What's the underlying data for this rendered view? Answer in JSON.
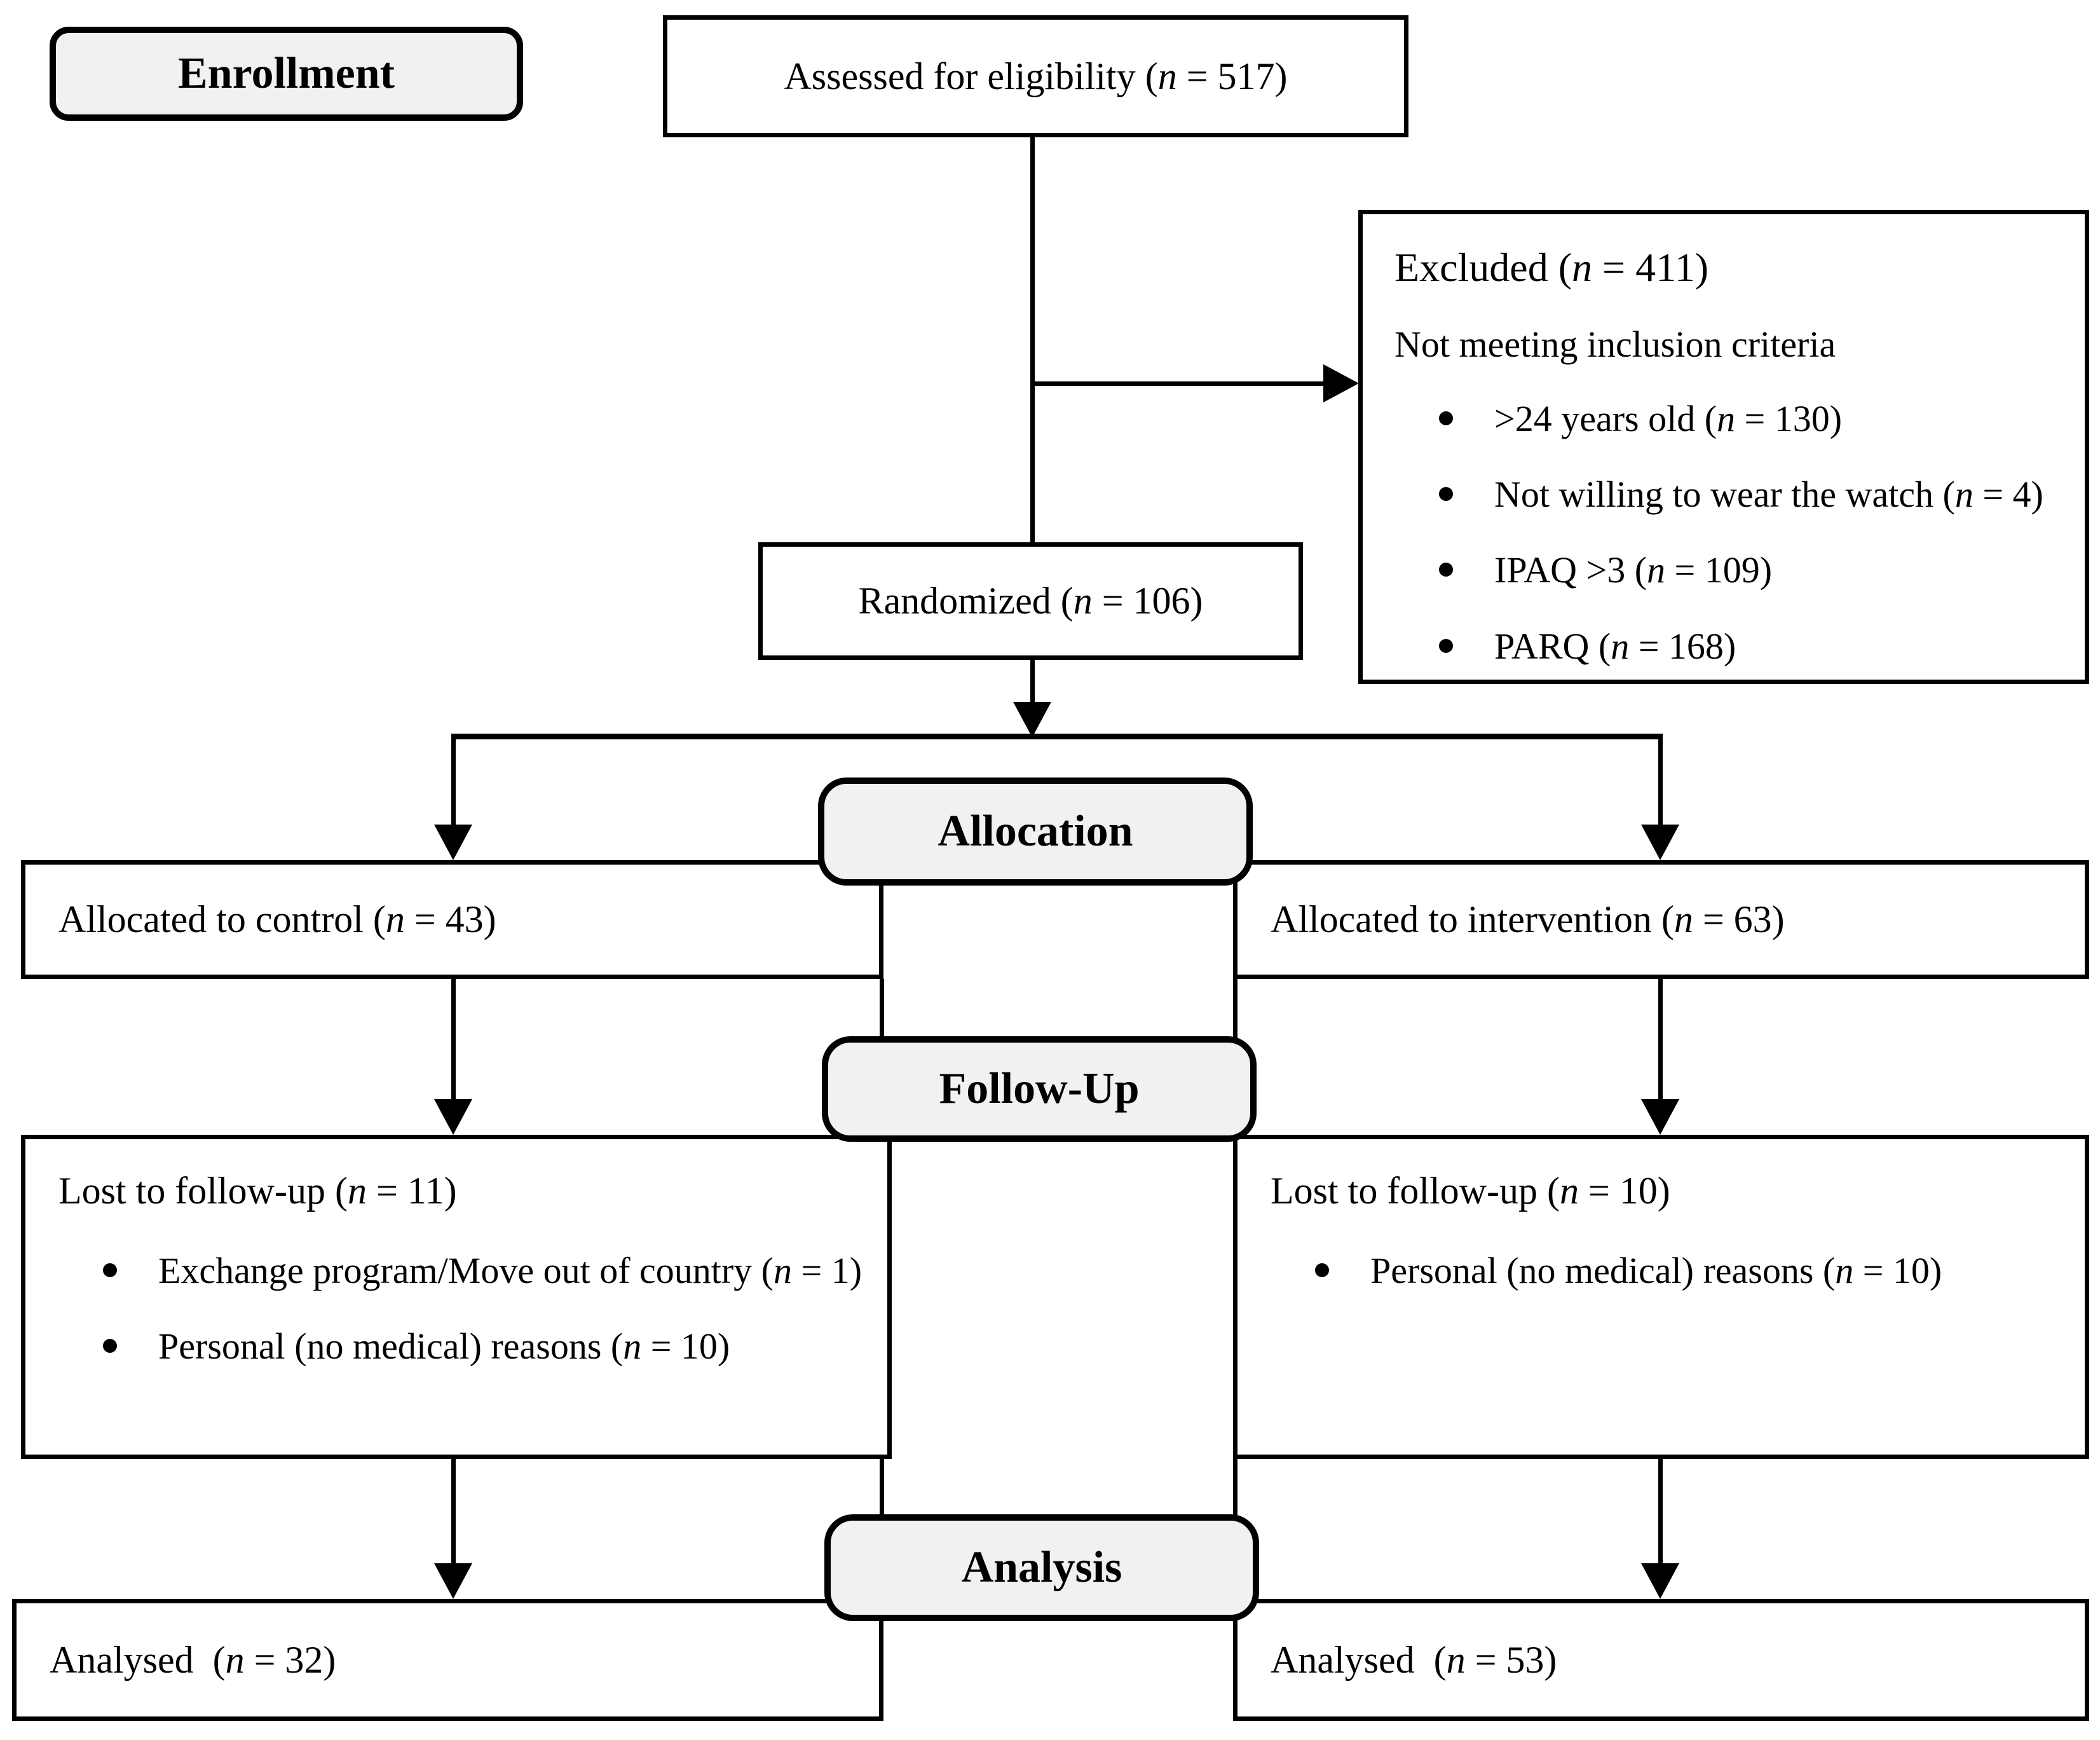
{
  "diagram": {
    "stage_labels": {
      "enrollment": "Enrollment",
      "allocation": "Allocation",
      "followup": "Follow-Up",
      "analysis": "Analysis"
    },
    "assessed": {
      "text": "Assessed for eligibility (n = 517)"
    },
    "excluded": {
      "title": "Excluded (n = 411)",
      "subtitle": "Not meeting inclusion criteria",
      "bullets": [
        ">24 years old (n = 130)",
        "Not willing to wear the watch (n = 4)",
        "IPAQ >3 (n = 109)",
        "PARQ (n = 168)"
      ]
    },
    "randomized": {
      "text": "Randomized (n = 106)"
    },
    "control_arm": {
      "allocated": "Allocated to control (n = 43)",
      "lost_title": "Lost to follow-up (n = 11)",
      "lost_bullets": [
        "Exchange program/Move out of country (n = 1)",
        "Personal (no medical) reasons (n = 10)"
      ],
      "analysed": "Analysed  (n = 32)"
    },
    "intervention_arm": {
      "allocated": "Allocated to intervention (n = 63)",
      "lost_title": "Lost to follow-up (n = 10)",
      "lost_bullets": [
        "Personal (no medical) reasons (n = 10)"
      ],
      "analysed": "Analysed  (n = 53)"
    },
    "colors": {
      "line": "#000000",
      "pill_fill": "#f1f1f1",
      "box_fill": "#ffffff"
    }
  }
}
